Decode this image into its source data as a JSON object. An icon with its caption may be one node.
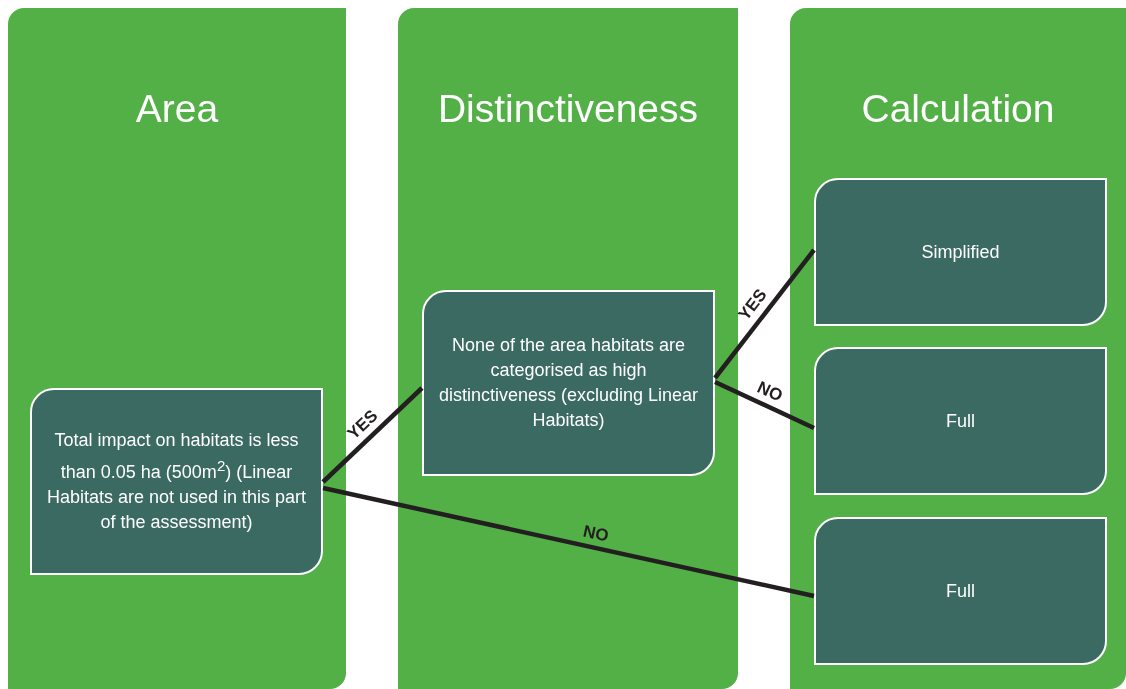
{
  "diagram": {
    "nodes": [
      {
        "text": [
          "Area"
        ]
      },
      {
        "text": [
          "Distinctiveness"
        ]
      },
      {
        "text": [
          "Calculation"
        ]
      },
      {
        "text": [
          "Total impact on habitats is less than 0.05 ha (500m$^{2}$) (Linear Habitats are not used in this part of the assessment)"
        ],
        "in": 0
      },
      {
        "text": [
          "None of the area habitats are categorised as high distinctiveness (excluding Linear Habitats)"
        ],
        "in": 1
      },
      {
        "text": [
          "Simplified"
        ],
        "in": 2
      },
      {
        "text": [
          "Full"
        ],
        "in": 2
      },
      {
        "text": [
          "Full"
        ],
        "in": 2
      }
    ],
    "edges": [
      {
        "from": 3,
        "to": 4,
        "arrow": "none",
        "label": "YES"
      },
      {
        "from": 3,
        "to": 7,
        "arrow": "none",
        "label": "NO"
      },
      {
        "from": 4,
        "to": 5,
        "arrow": "none",
        "label": "YES"
      },
      {
        "from": 4,
        "to": 6,
        "arrow": "none",
        "label": "NO"
      }
    ]
  }
}
